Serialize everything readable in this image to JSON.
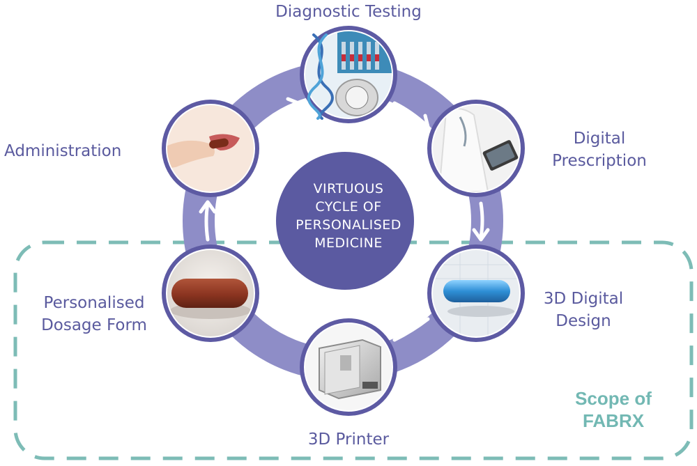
{
  "center": {
    "lines": [
      "VIRTUOUS",
      "CYCLE OF",
      "PERSONALISED",
      "MEDICINE"
    ]
  },
  "stages": [
    {
      "id": "diagnostic-testing",
      "label_lines": [
        "Diagnostic Testing"
      ]
    },
    {
      "id": "digital-prescription",
      "label_lines": [
        "Digital",
        "Prescription"
      ]
    },
    {
      "id": "3d-digital-design",
      "label_lines": [
        "3D Digital",
        "Design"
      ]
    },
    {
      "id": "3d-printer",
      "label_lines": [
        "3D Printer"
      ]
    },
    {
      "id": "personalised-dosage-form",
      "label_lines": [
        "Personalised",
        "Dosage Form"
      ]
    },
    {
      "id": "administration",
      "label_lines": [
        "Administration"
      ]
    }
  ],
  "scope": {
    "lines": [
      "Scope of",
      "FABRX"
    ]
  },
  "colors": {
    "ring": "#8e8dc7",
    "node_border": "#5d5aa3",
    "center_fill": "#5b5aa1",
    "label_text": "#5a5a9e",
    "scope_dash": "#7dbcb6",
    "scope_text": "#72b8b3"
  },
  "icons": [
    "dna-icon",
    "doctor-tablet-icon",
    "capsule-3d-icon",
    "printer-3d-icon",
    "tablet-pill-icon",
    "pill-mouth-icon"
  ]
}
